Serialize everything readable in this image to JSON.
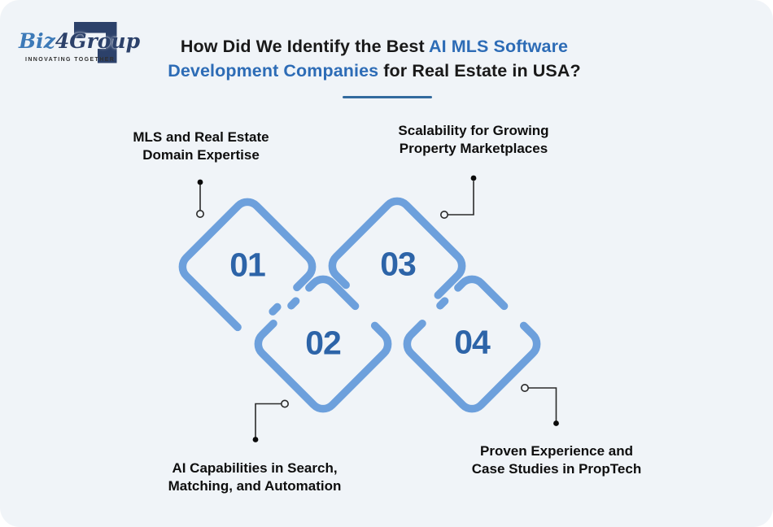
{
  "colors": {
    "canvas_bg": "#ffffff",
    "panel_bg": "#f0f4f8",
    "accent_blue": "#2d6cb6",
    "title_dark": "#191919",
    "underline": "#336a9e",
    "stroke_gradient": [
      "#6da0dc",
      "#2a5c9f"
    ],
    "number_color": "#2d64a8",
    "connector_color": "#2b2b2b",
    "logo_navy": "#2c416a",
    "logo_blue": "#3d7ab8"
  },
  "logo": {
    "brand_prefix": "Biz",
    "brand_digit": "4",
    "brand_suffix": "Group",
    "tagline": "INNOVATING TOGETHER"
  },
  "title": {
    "line1": [
      {
        "text": "How Did We Identify the Best "
      },
      {
        "text": "AI MLS Software"
      }
    ],
    "line2": [
      {
        "text": "Development Companies"
      },
      {
        "text": " for Real Estate in USA?"
      }
    ]
  },
  "diagram": {
    "items": [
      {
        "number": "01",
        "label_lines": [
          "MLS and Real Estate",
          "Domain Expertise"
        ]
      },
      {
        "number": "02",
        "label_lines": [
          "AI Capabilities in Search,",
          "Matching, and Automation"
        ]
      },
      {
        "number": "03",
        "label_lines": [
          "Scalability for Growing",
          "Property Marketplaces"
        ]
      },
      {
        "number": "04",
        "label_lines": [
          "Proven Experience and",
          "Case Studies in PropTech"
        ]
      }
    ]
  }
}
